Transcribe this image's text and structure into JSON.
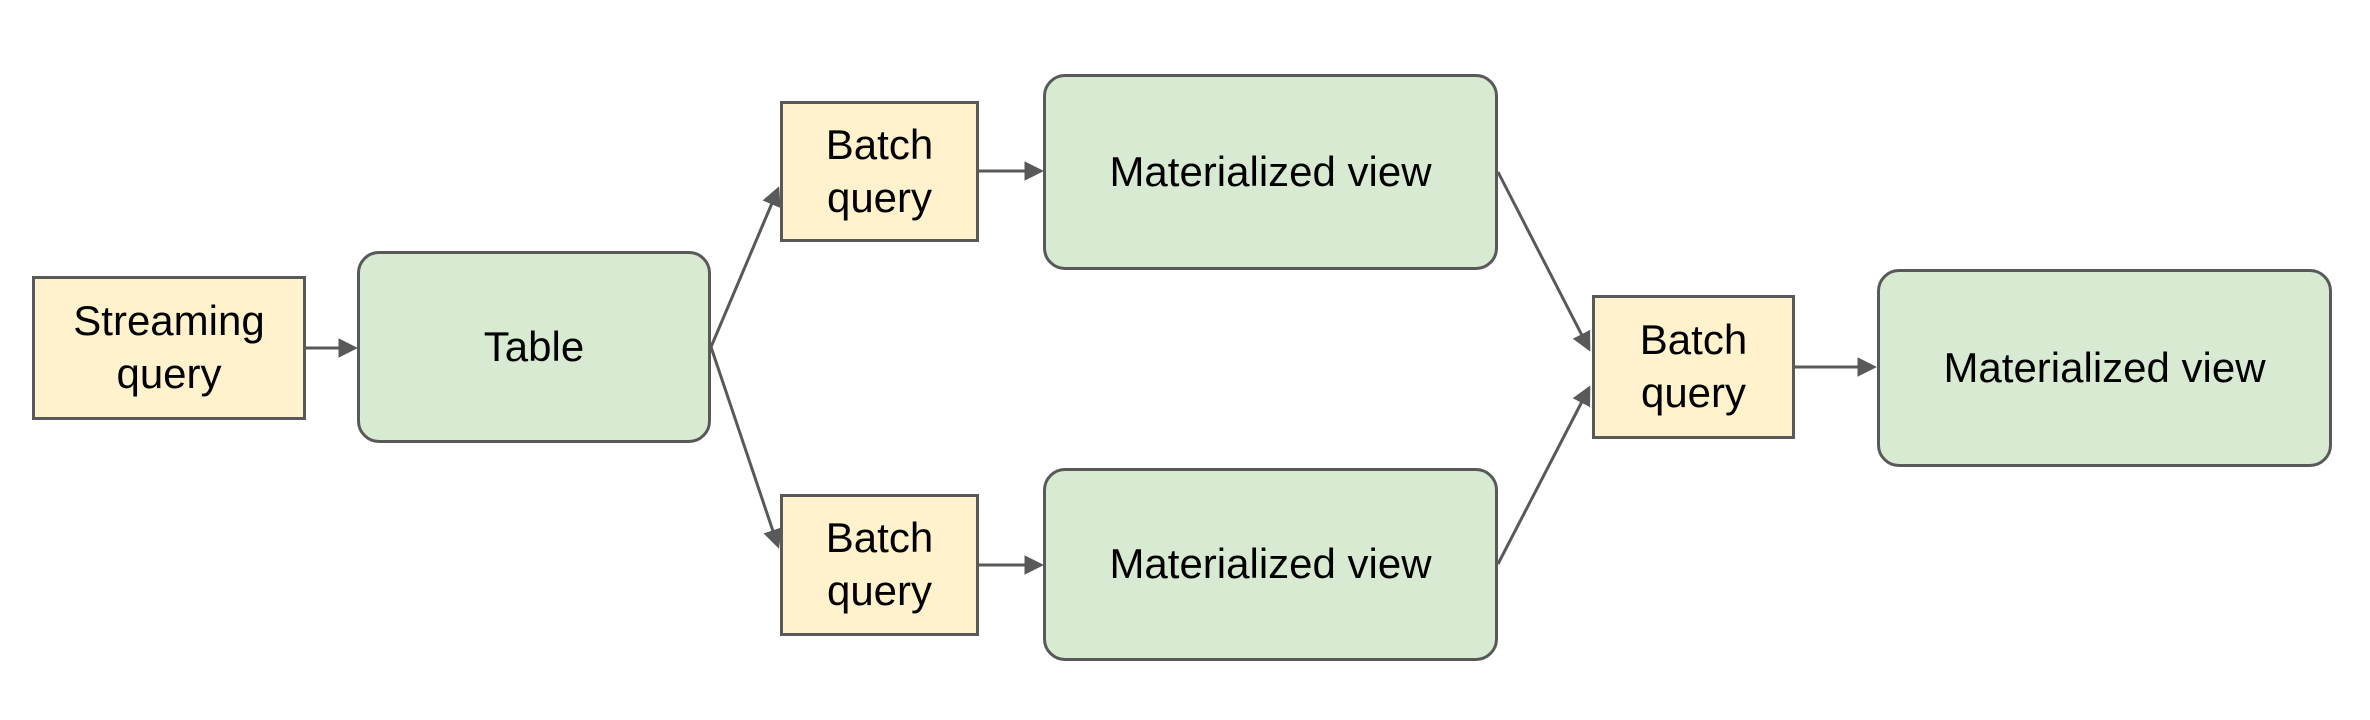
{
  "diagram": {
    "nodes": {
      "streaming_query": {
        "label": "Streaming query",
        "type": "query"
      },
      "table": {
        "label": "Table",
        "type": "dataset"
      },
      "batch_query_top": {
        "label": "Batch query",
        "type": "query"
      },
      "materialized_view_top": {
        "label": "Materialized view",
        "type": "dataset"
      },
      "batch_query_bottom": {
        "label": "Batch query",
        "type": "query"
      },
      "materialized_view_bottom": {
        "label": "Materialized view",
        "type": "dataset"
      },
      "batch_query_right": {
        "label": "Batch query",
        "type": "query"
      },
      "materialized_view_right": {
        "label": "Materialized view",
        "type": "dataset"
      }
    },
    "edges": [
      {
        "from": "streaming_query",
        "to": "table"
      },
      {
        "from": "table",
        "to": "batch_query_top"
      },
      {
        "from": "table",
        "to": "batch_query_bottom"
      },
      {
        "from": "batch_query_top",
        "to": "materialized_view_top"
      },
      {
        "from": "batch_query_bottom",
        "to": "materialized_view_bottom"
      },
      {
        "from": "materialized_view_top",
        "to": "batch_query_right"
      },
      {
        "from": "materialized_view_bottom",
        "to": "batch_query_right"
      },
      {
        "from": "batch_query_right",
        "to": "materialized_view_right"
      }
    ],
    "colors": {
      "query_fill": "#fff2cc",
      "dataset_fill": "#d9ead3",
      "border": "#595959",
      "arrow": "#595959",
      "text": "#000000",
      "background": "#ffffff"
    }
  }
}
